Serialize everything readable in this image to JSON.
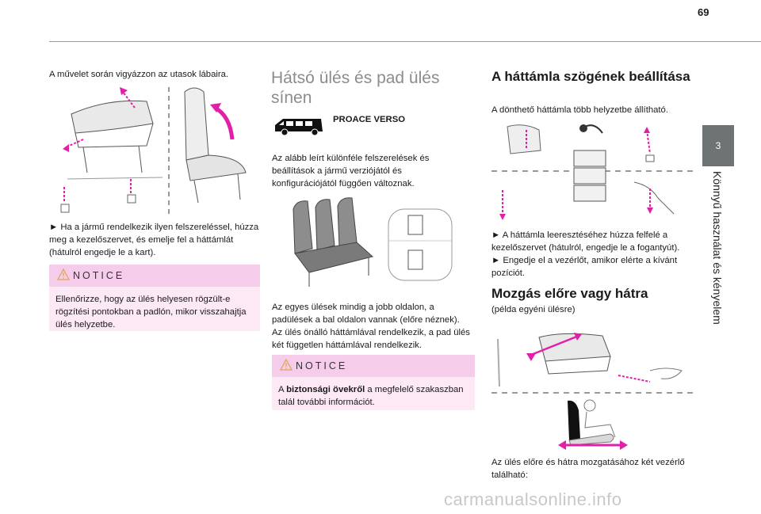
{
  "page_number": "69",
  "chapter": {
    "number": "3",
    "title": "Könnyű használat és kényelem"
  },
  "col1": {
    "intro": "A művelet során vigyázzon az utasok lábaira.",
    "instruction": "► Ha a jármű rendelkezik ilyen felszereléssel, húzza meg a kezelőszervet, és emelje fel a háttámlát (hátulról engedje le a kart).",
    "notice_title": "NOTICE",
    "notice_text": "Ellenőrizze, hogy az ülés helyesen rögzült-e rögzítési pontokban a padlón, mikor visszahajtja ülés helyzetbe."
  },
  "col2": {
    "heading": "Hátsó ülés és pad ülés sínen",
    "vehicle_label": "PROACE VERSO",
    "text1": "Az alább leírt különféle felszerelések és beállítások a jármű verziójától és konfigurációjától függően változnak.",
    "text2": "Az egyes ülések mindig a jobb oldalon, a padülések a bal oldalon vannak (előre néznek). Az ülés önálló háttámlával rendelkezik, a pad ülés két független háttámlával rendelkezik.",
    "notice_title": "NOTICE",
    "notice_bold": "biztonsági övekről",
    "notice_pre": "A ",
    "notice_post": " a megfelelő szakaszban talál további információt."
  },
  "col3": {
    "heading1": "A háttámla szögének beállítása",
    "text1": "A dönthető háttámla több helyzetbe állítható.",
    "instruction1": "► A háttámla leeresztéséhez húzza felfelé a kezelőszervet (hátulról, engedje le a fogantyút).",
    "instruction2": "► Engedje el a vezérlőt, amikor elérte a kívánt pozíciót.",
    "heading2": "Mozgás előre vagy hátra",
    "subtitle2": "(példa egyéni ülésre)",
    "text2": "Az ülés előre és hátra mozgatásához két vezérlő található:"
  },
  "footer_watermark": "carmanualsonline.info",
  "colors": {
    "accent_magenta": "#e21fa8",
    "notice_bg": "#fde9f6",
    "notice_head": "#f5cdea",
    "tab_grey": "#6e7474"
  }
}
